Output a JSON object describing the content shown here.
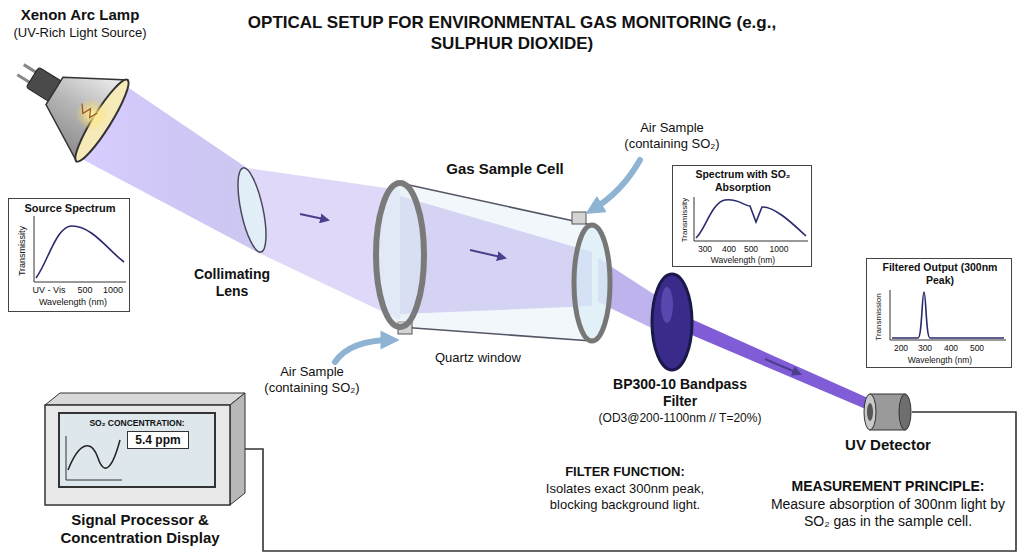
{
  "diagram": {
    "title": "OPTICAL SETUP FOR ENVIRONMENTAL GAS MONITORING (e.g., SULPHUR DIOXIDE)",
    "nodes": [
      {
        "text": [
          "Source Spectrum",
          "Transmissity",
          "UV - Vis",
          "500",
          "1000",
          "Wavelength (nm)"
        ]
      },
      {
        "text": [
          "Spectrum with SO₂ Absorption",
          "Transmissity",
          "300",
          "400",
          "500",
          "1000",
          "Wavelength (nm)"
        ]
      },
      {
        "text": [
          "Filtered Output (300nm Peak)",
          "Transmission",
          "200",
          "300",
          "400",
          "500",
          "Wavelength (nm)"
        ]
      },
      {
        "text": [
          "UV Detector"
        ]
      },
      {
        "text": [
          "Signal Processor & Concentration Display"
        ]
      },
      {
        "text": [
          "SO₂ CONCENTRATION:"
        ],
        "in": 4
      },
      {
        "text": [
          "5.4 ppm"
        ],
        "in": 5
      }
    ],
    "edges": [
      {
        "from": 4,
        "to": 3,
        "arrow": "none"
      }
    ],
    "labels": [
      "Xenon Arc Lamp",
      "(UV-Rich Light Source)",
      "Collimating Lens",
      "Gas Sample Cell",
      "Air Sample (containing SO₂)",
      "Air Sample (containing SO₂)",
      "Quartz window",
      "BP300-10 Bandpass Filter",
      "(OD3@200-1100nm // T=20%)",
      "FILTER FUNCTION:",
      "Isolates exact 300nm peak, blocking background light.",
      "MEASUREMENT PRINCIPLE:",
      "Measure absorption of 300nm light by SO₂ gas in the sample cell."
    ]
  }
}
